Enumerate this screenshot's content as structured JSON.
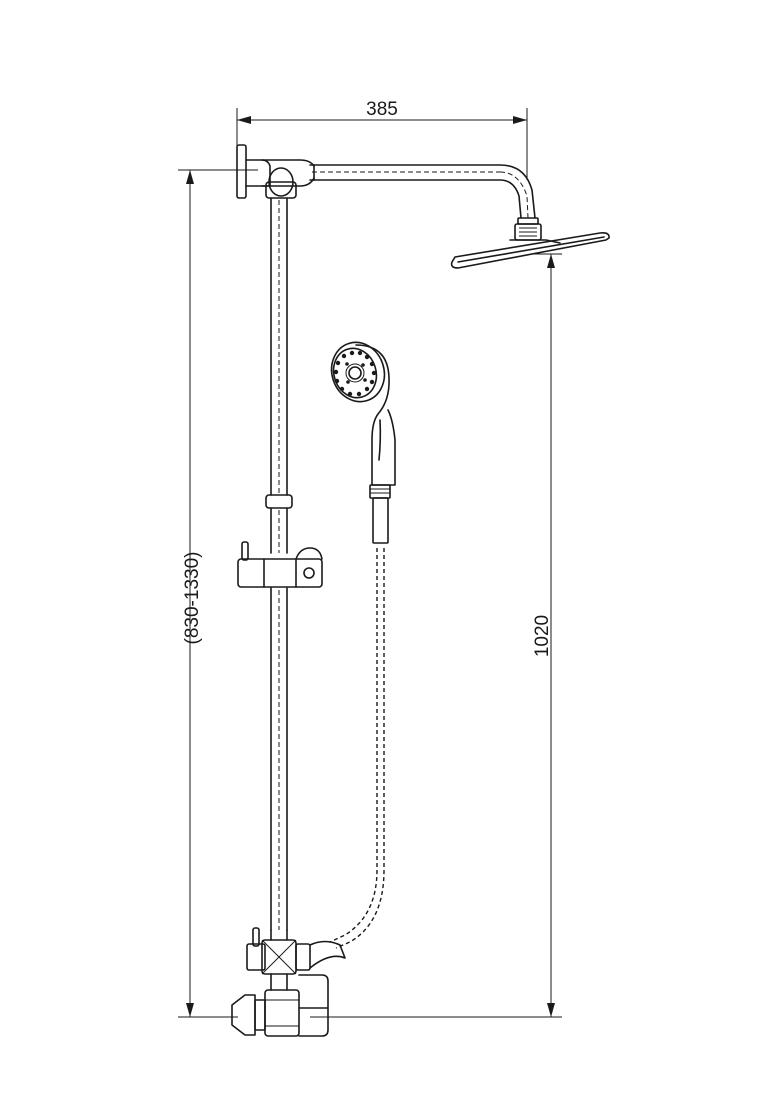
{
  "dimensions": {
    "top_width": "385",
    "left_height": "(830-1330)",
    "right_height": "1020"
  },
  "colors": {
    "line": "#1a1a1a",
    "background": "#ffffff"
  }
}
